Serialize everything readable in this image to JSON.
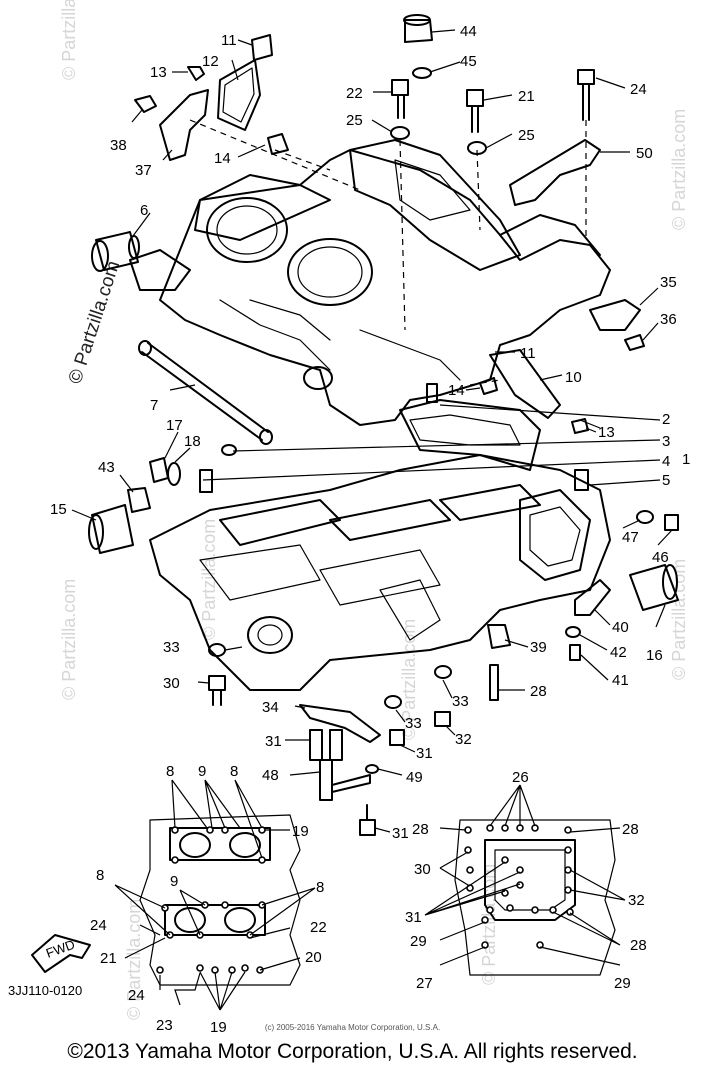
{
  "watermarks": {
    "main": "© Partzilla.com",
    "faint": "© Partzilla.com"
  },
  "diagram_code": "3JJ110-0120",
  "fwd_label": "FWD",
  "small_copyright": "(c) 2005-2016 Yamaha Motor Corporation, U.S.A.",
  "copyright": "©2013 Yamaha Motor Corporation, U.S.A. All rights reserved.",
  "callouts": [
    "11",
    "12",
    "13",
    "38",
    "37",
    "44",
    "45",
    "22",
    "21",
    "24",
    "25",
    "25",
    "50",
    "14",
    "6",
    "35",
    "36",
    "11",
    "10",
    "14",
    "7",
    "2",
    "13",
    "3",
    "17",
    "18",
    "4",
    "1",
    "43",
    "5",
    "15",
    "47",
    "46",
    "40",
    "16",
    "33",
    "39",
    "42",
    "30",
    "41",
    "33",
    "28",
    "34",
    "33",
    "32",
    "31",
    "31",
    "48",
    "49",
    "31",
    "8",
    "9",
    "8",
    "19",
    "26",
    "28",
    "28",
    "30",
    "8",
    "9",
    "8",
    "32",
    "24",
    "22",
    "31",
    "21",
    "20",
    "29",
    "28",
    "24",
    "23",
    "19",
    "27",
    "29"
  ]
}
